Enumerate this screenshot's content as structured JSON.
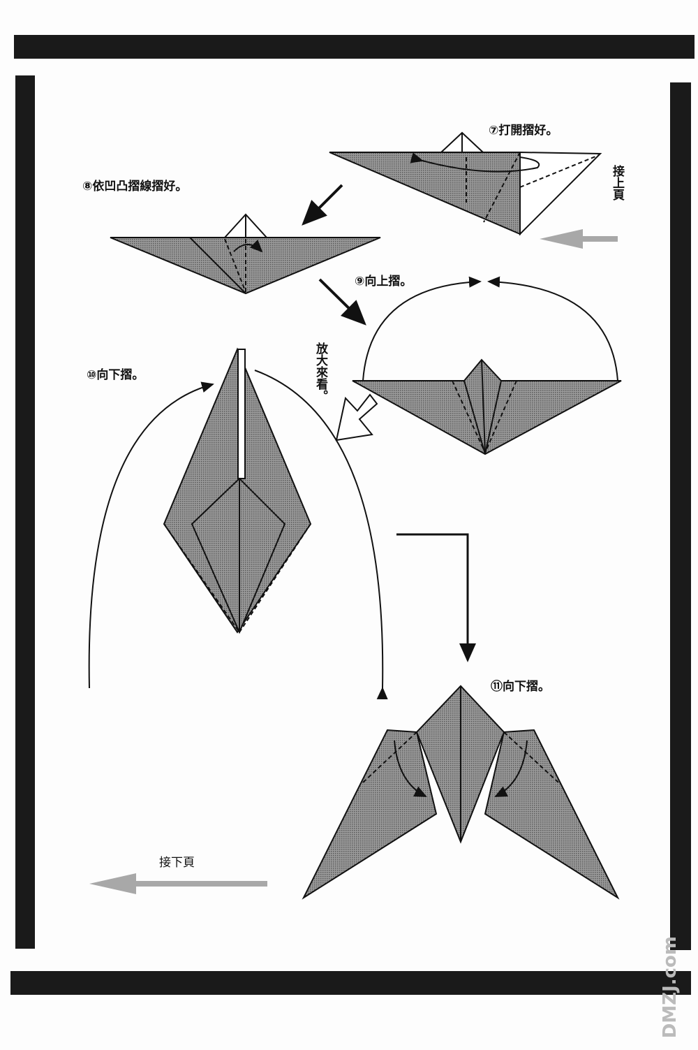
{
  "steps": {
    "step7": "⑦打開摺好。",
    "step8": "⑧依凹凸摺線摺好。",
    "step9": "⑨向上摺。",
    "step10": "⑩向下摺。",
    "step11": "⑪向下摺。"
  },
  "notes": {
    "continued_from": "接上頁",
    "zoom_in": "放大來看。",
    "continued_next": "接下頁"
  },
  "watermark": "DMZJ.com",
  "colors": {
    "paper_gray": "#8c8c8c",
    "arrow_gray": "#a8a8a8",
    "border": "#1a1a1a"
  }
}
